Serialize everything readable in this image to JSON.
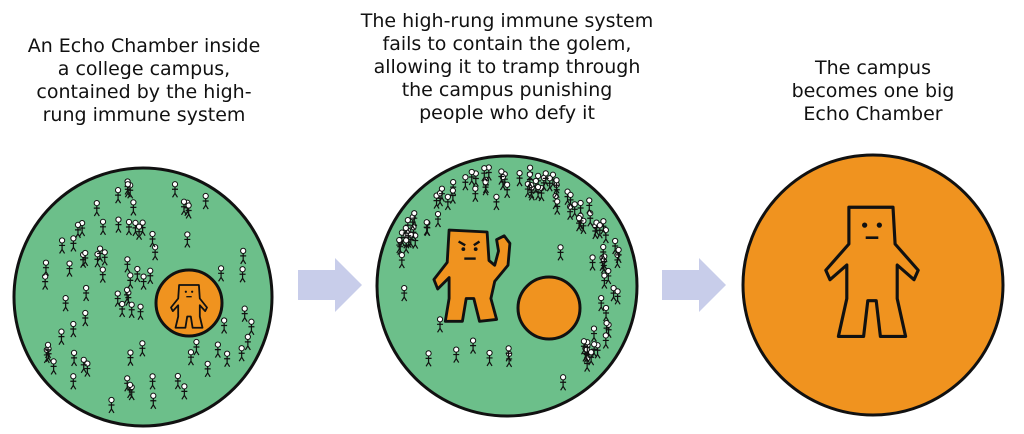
{
  "panels": [
    {
      "caption": "An Echo Chamber inside\na college campus,\ncontained by the high-\nrung immune system"
    },
    {
      "caption": "The high-rung immune system\nfails to contain the golem,\nallowing it to tramp through\nthe campus punishing\npeople who defy it"
    },
    {
      "caption": "The campus\nbecomes one big\nEcho Chamber"
    }
  ],
  "colors": {
    "campus": "#6cbf8a",
    "echo": "#f0931f",
    "arrow": "#c8cdea",
    "outline": "#111111"
  }
}
